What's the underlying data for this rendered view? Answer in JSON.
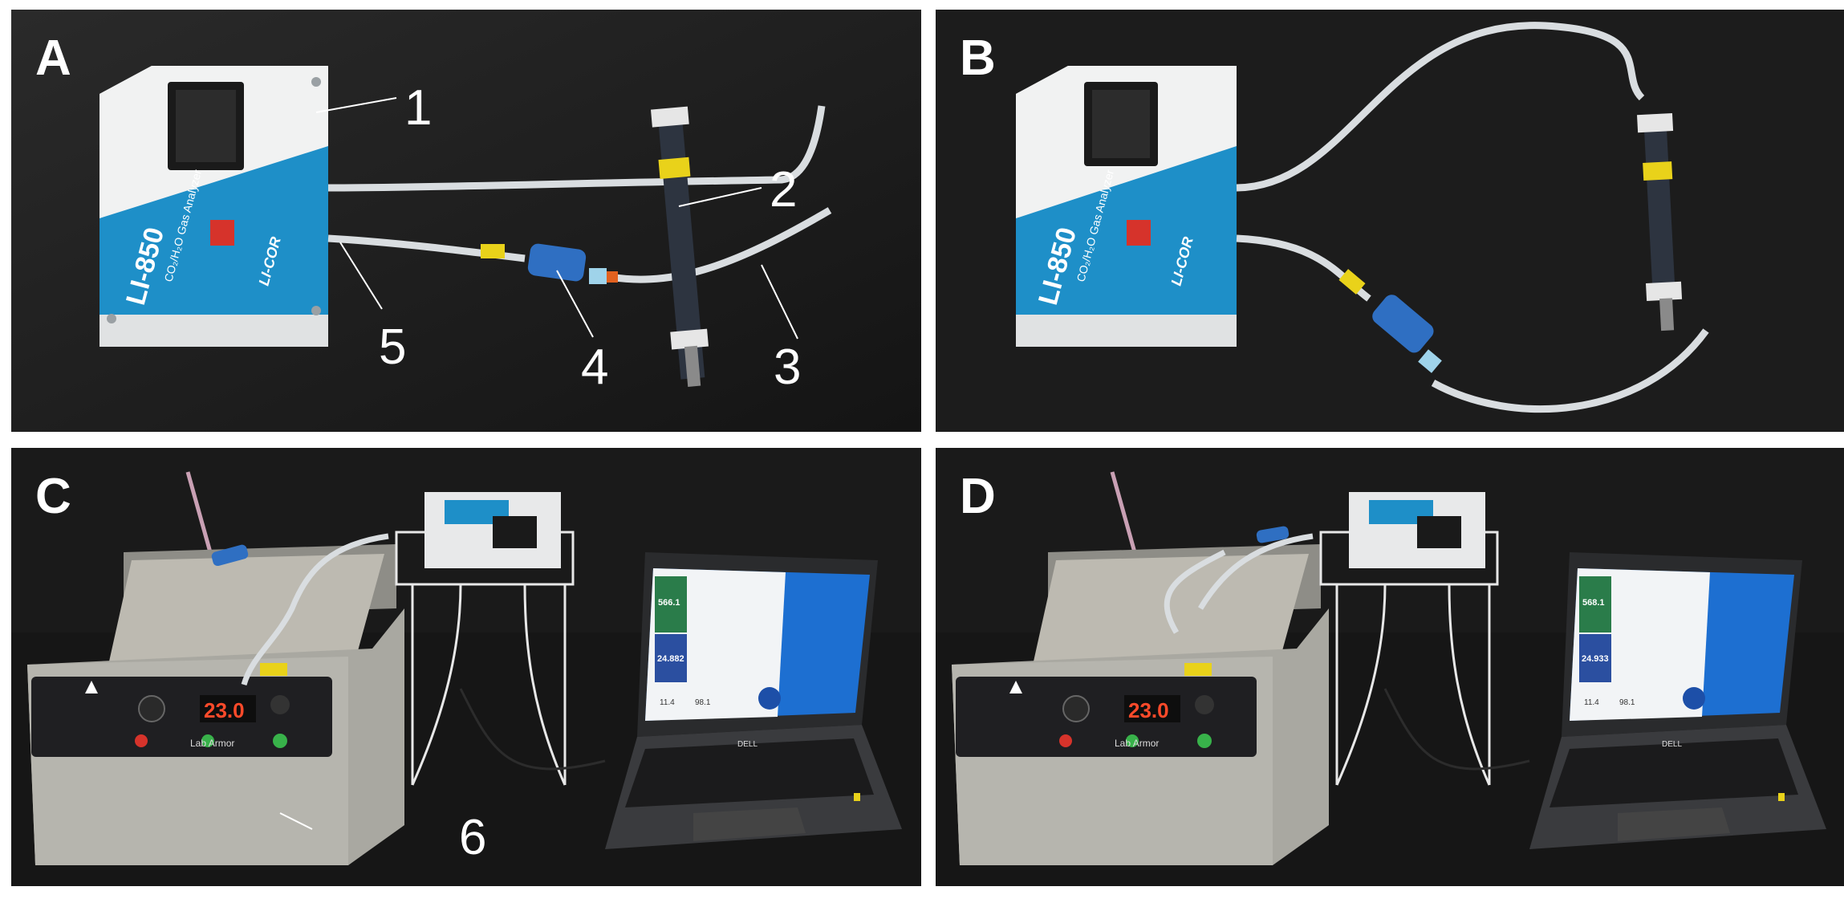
{
  "panels": {
    "A": {
      "label": "A"
    },
    "B": {
      "label": "B"
    },
    "C": {
      "label": "C"
    },
    "D": {
      "label": "D"
    }
  },
  "callouts": {
    "c1": "1",
    "c2": "2",
    "c3": "3",
    "c4": "4",
    "c5": "5",
    "c6": "6"
  },
  "device": {
    "model": "LI-850",
    "subtitle": "CO₂/H₂O Gas Analyzer",
    "brand": "LI-COR"
  },
  "bath": {
    "display": "23.0",
    "brand": "Lab Armor"
  },
  "laptop": {
    "brand": "DELL",
    "co2_value_C": "566.1",
    "h2o_value_C": "24.882",
    "co2_value_D": "568.1",
    "h2o_value_D": "24.933",
    "small_1": "11.4",
    "small_2": "98.1"
  },
  "colors": {
    "background": "#1c1c1c",
    "analyzer_blue": "#1e8fc8",
    "tube": "#d9dde0",
    "filter_blue": "#2f6fc2",
    "column_dark": "#2d3440",
    "yellow": "#e9d21a",
    "bath_metal": "#a9a8a1"
  }
}
